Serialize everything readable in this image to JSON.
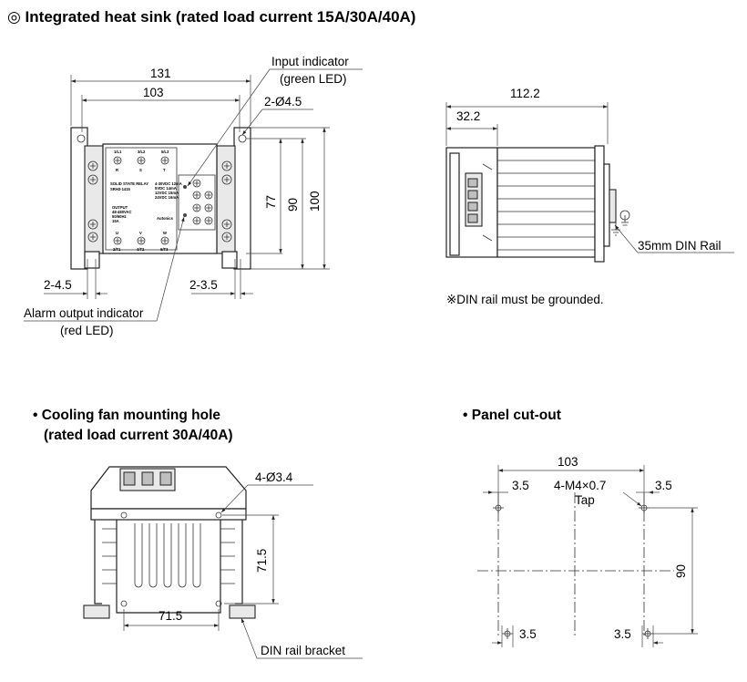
{
  "title": "◎ Integrated heat sink (rated load current 15A/30A/40A)",
  "front_view": {
    "dims": {
      "w131": "131",
      "w103": "103",
      "h77": "77",
      "h90": "90",
      "h100": "100",
      "holes_top": "2-Ø4.5",
      "slot_left": "2-4.5",
      "slot_right": "2-3.5"
    },
    "input_indicator": [
      "Input indicator",
      "(green LED)"
    ],
    "alarm_indicator": [
      "Alarm output  indicator",
      "(red LED)"
    ],
    "device": {
      "top_terminals": [
        "1/L1",
        "3/L2",
        "5/L3"
      ],
      "top_letters": [
        "R",
        "S",
        "T"
      ],
      "bottom_letters": [
        "U",
        "V",
        "W"
      ],
      "bottom_terminals": [
        "2/T1",
        "4/T2",
        "6/T3"
      ],
      "header": "SOLID STATE RELAY",
      "model": "SRH3-1415",
      "output": [
        "OUTPUT",
        "48-480VAC",
        "50/60Hz",
        "15A"
      ],
      "brand": "Autonics",
      "input_lines": [
        "4-30VDC 12mA",
        "5VDC 14mA",
        "12VDC 15mA",
        "24VDC 16mA"
      ]
    }
  },
  "side_view": {
    "dims": {
      "depth": "112.2",
      "offset": "32.2"
    },
    "din_label": "35mm DIN Rail",
    "note": "※DIN rail must be grounded."
  },
  "fan_section": {
    "heading": [
      "• Cooling fan mounting hole",
      "(rated load current 30A/40A)"
    ],
    "holes": "4-Ø3.4",
    "dim_h": "71.5",
    "dim_w": "71.5",
    "bracket": "DIN rail bracket"
  },
  "cutout_section": {
    "heading": "• Panel cut-out",
    "dim_w": "103",
    "left_margin": "3.5",
    "right_margin": "3.5",
    "tap": [
      "4-M4×0.7",
      "Tap"
    ],
    "dim_h": "90",
    "bottom_left": "3.5",
    "bottom_right": "3.5"
  }
}
